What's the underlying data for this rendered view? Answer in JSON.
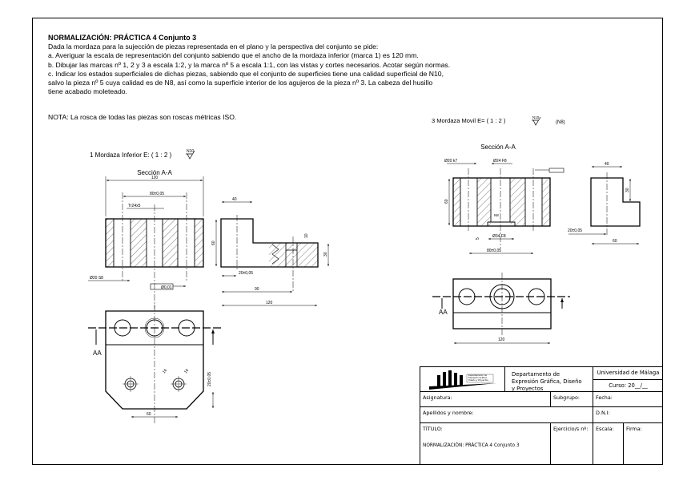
{
  "statement": {
    "title": "NORMALIZACIÓN: PRÁCTICA 4 Conjunto 3",
    "lines": [
      "Dada la mordaza para la sujección de piezas representada en el plano y la perspectiva del conjunto se pide:",
      "a. Averiguar la escala de representación del conjunto sabiendo que el ancho de la mordaza inferior (marca 1) es 120 mm.",
      "b. Dibujar las marcas nº 1, 2 y 3 a escala 1:2, y la marca nº 5 a escala 1:1, con las vistas y cortes necesarios. Acotar según normas.",
      "c. Indicar los estados superficiales de dichas piezas, sabiendo que el conjunto de superficies tiene una calidad superficial de N10,",
      "salvo la pieza nº 5 cuya calidad es de N8, así como la superficie interior de los agujeros de la pieza nº 3.  La cabeza del husillo",
      "tiene acabado moleteado."
    ],
    "nota": "NOTA: La rosca de todas las piezas son roscas métricas ISO."
  },
  "part1": {
    "label": "1 Mordaza Inferior  E: ( 1 : 2 )",
    "surface": "N10",
    "section_title": "Sección A-A",
    "dims": {
      "width": "120",
      "holes": "80±0,05",
      "thread": "Tr24x5",
      "bore": "Ø20 S8",
      "tol": "Ø0,01",
      "h40": "40",
      "h60": "60",
      "h10": "10",
      "h30": "30",
      "d20": "20±0,05",
      "d90": "90",
      "d120": "120",
      "d60": "60",
      "d20b": "20±0,05",
      "d16a": "16",
      "d16b": "16"
    },
    "cut_label": "AA"
  },
  "part3": {
    "label": "3 Mordaza Movil   E= ( 1 : 2 )",
    "surface": "N10",
    "surface_paren": "(N8)",
    "section_title": "Sección A-A",
    "dims": {
      "d20": "Ø20 k7",
      "d24": "Ø24 F8",
      "d34": "Ø34 F8",
      "d80": "80±0,05",
      "h60": "60",
      "h5": "5",
      "w40": "40",
      "h30": "30",
      "d20b": "20±0,05",
      "w60": "60",
      "w120": "120",
      "n8": "N8"
    },
    "cut_label": "AA"
  },
  "title_block": {
    "logo_text": "Departamento de Expresión Gráfica, Diseño y Proyectos",
    "department": "Departamento de Expresión Gráfica, Diseño y Proyectos",
    "university": "Universidad de Málaga",
    "course": "Curso: 20__/__",
    "asignatura": "Asignatura:",
    "subgrupo": "Subgrupo:",
    "fecha": "Fecha:",
    "apellidos": "Apellidos y nombre:",
    "dni": "D.N.I:",
    "titulo_label": "TÍTULO:",
    "titulo_value": "NORMALIZACIÓN: PRÁCTICA 4 Conjunto 3",
    "ejercicio": "Ejercicio/s nº:",
    "escala": "Escala:",
    "firma": "Firma:"
  }
}
